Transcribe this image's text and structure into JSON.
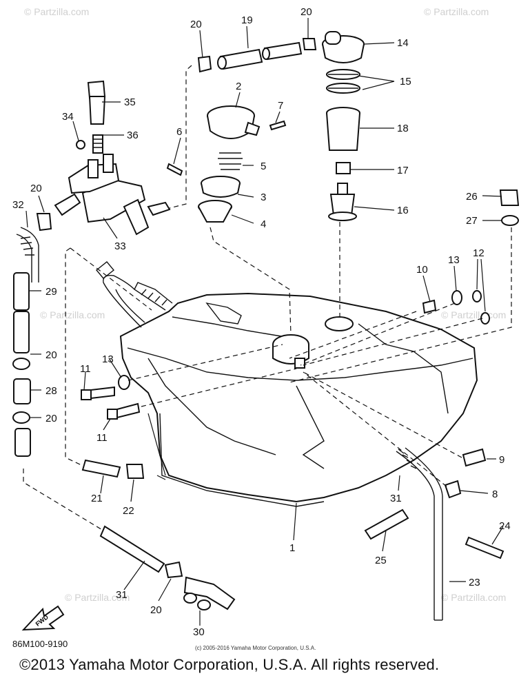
{
  "watermark": "© Partzilla.com",
  "diagram_code": "86M100-9190",
  "small_copyright": "(c) 2005-2016 Yamaha Motor Corporation, U.S.A.",
  "copyright": "©2013 Yamaha Motor Corporation, U.S.A. All rights reserved.",
  "fwd_label": "FWD",
  "callouts": {
    "c1": "1",
    "c2": "2",
    "c3": "3",
    "c4": "4",
    "c5": "5",
    "c6": "6",
    "c7": "7",
    "c8": "8",
    "c9": "9",
    "c10": "10",
    "c11a": "11",
    "c11b": "11",
    "c12": "12",
    "c13a": "13",
    "c13b": "13",
    "c14": "14",
    "c15": "15",
    "c16": "16",
    "c17": "17",
    "c18": "18",
    "c19": "19",
    "c20a": "20",
    "c20b": "20",
    "c20c": "20",
    "c20d": "20",
    "c20e": "20",
    "c20f": "20",
    "c21": "21",
    "c22": "22",
    "c23": "23",
    "c24": "24",
    "c25": "25",
    "c26": "26",
    "c27": "27",
    "c28": "28",
    "c29": "29",
    "c30": "30",
    "c31a": "31",
    "c31b": "31",
    "c32": "32",
    "c33": "33",
    "c34": "34",
    "c35": "35",
    "c36": "36"
  }
}
